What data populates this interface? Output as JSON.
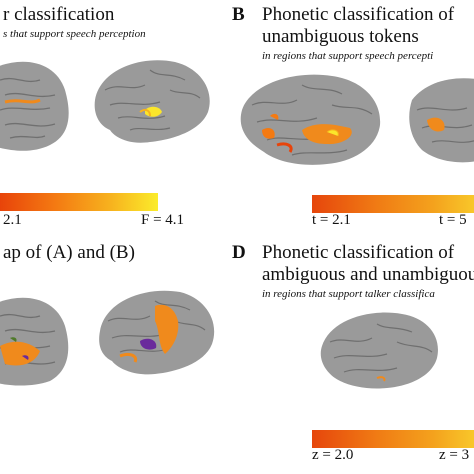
{
  "panel_a": {
    "title": "r classification",
    "subtitle": "s that support speech perception",
    "colorbar_min": "2.1",
    "colorbar_max": "F = 4.1"
  },
  "panel_b": {
    "letter": "B",
    "title_line1": "Phonetic classification of",
    "title_line2": "unambiguous tokens",
    "subtitle": "in regions that support speech percepti",
    "colorbar_min": "t = 2.1",
    "colorbar_max": "t = 5"
  },
  "panel_c": {
    "title": "ap of (A) and (B)"
  },
  "panel_d": {
    "letter": "D",
    "title_line1": "Phonetic classification of",
    "title_line2": "ambiguous and unambiguou",
    "subtitle": "in regions that support talker classifica",
    "colorbar_min": "z = 2.0",
    "colorbar_max": "z = 3"
  },
  "colors": {
    "brain_fill": "#9a9a9a",
    "brain_sulci": "#6f6f6f",
    "activation_orange": "#f08a1c",
    "activation_red": "#e8440a",
    "activation_yellow": "#fbe62b",
    "overlap_purple": "#6a2a9c",
    "overlap_green": "#4f7a2a"
  }
}
